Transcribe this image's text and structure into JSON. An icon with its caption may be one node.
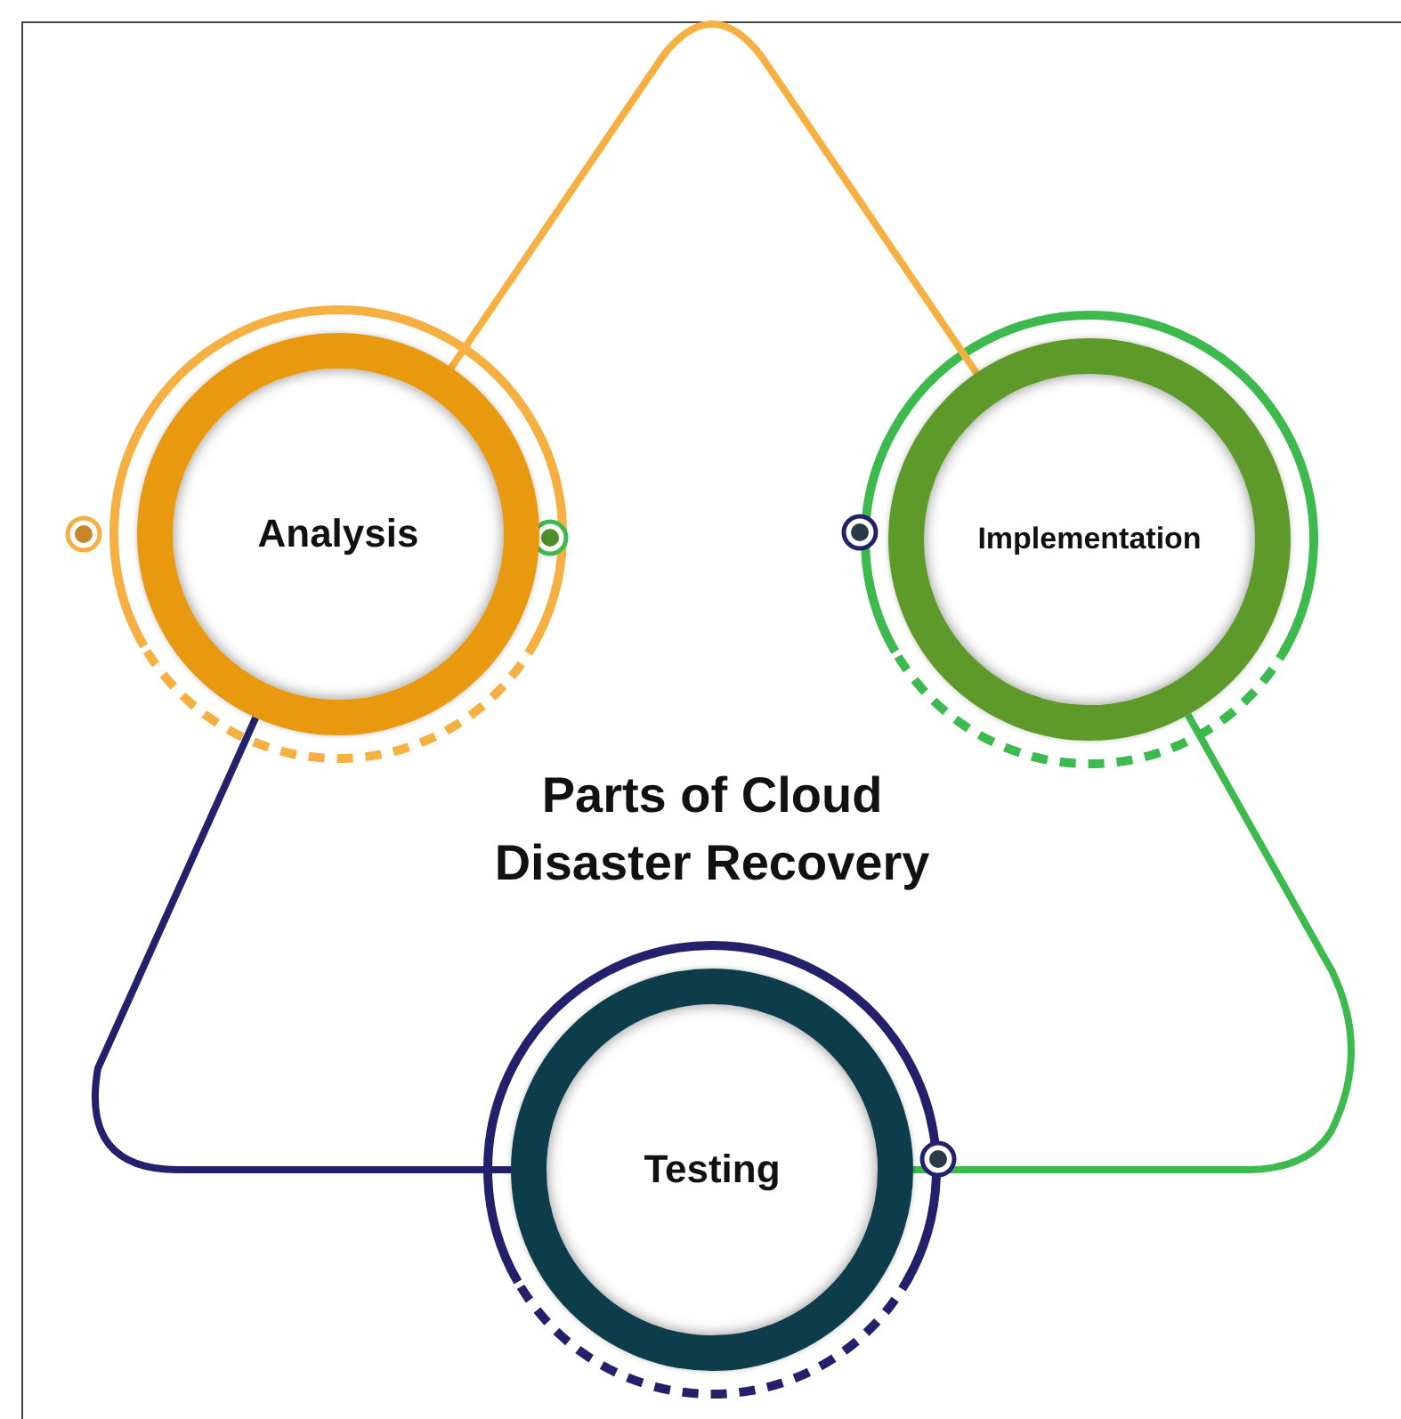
{
  "diagram": {
    "title": "Parts of Cloud Disaster Recovery",
    "nodes": [
      {
        "text": [
          "Analysis"
        ]
      },
      {
        "text": [
          "Implementation"
        ]
      },
      {
        "text": [
          "Testing"
        ]
      }
    ],
    "edges": [
      {
        "from": 0,
        "to": 1,
        "arrow": "none",
        "color": "#f5b041"
      },
      {
        "from": 1,
        "to": 2,
        "arrow": "none",
        "color": "#3dba4e"
      },
      {
        "from": 2,
        "to": 0,
        "arrow": "none",
        "color": "#23216b"
      }
    ]
  }
}
